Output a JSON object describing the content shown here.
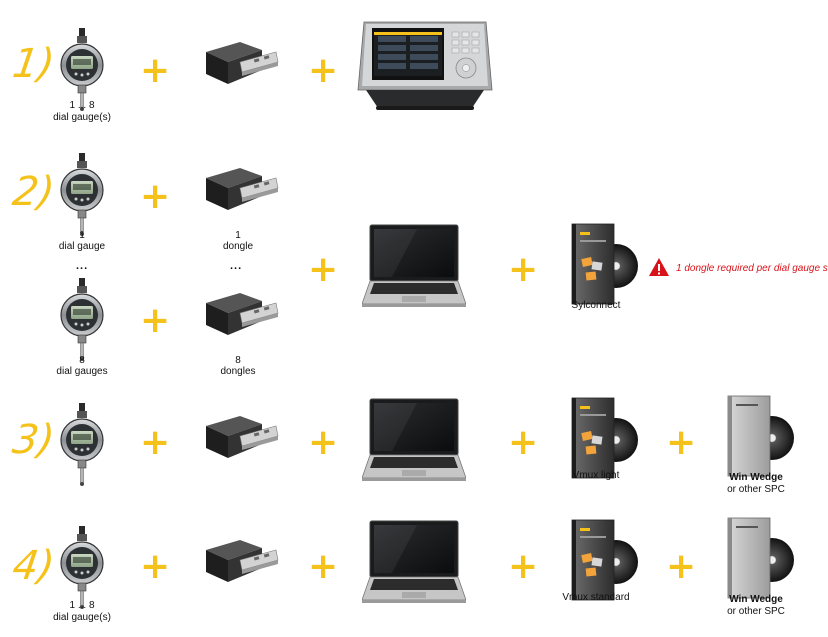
{
  "rows": [
    {
      "number": "1)",
      "gauge_caption": [
        "1 ... 8",
        "dial gauge(s)"
      ]
    },
    {
      "number": "2)",
      "gauge_caption": [
        "1",
        "dial gauge"
      ],
      "dongle_caption": [
        "1",
        "dongle"
      ],
      "gauge_caption_b": [
        "8",
        "dial gauges"
      ],
      "dongle_caption_b": [
        "8",
        "dongles"
      ],
      "ellipsis": "...",
      "software_caption": "Sylconnect",
      "warning": "1 dongle required per dial gauge s"
    },
    {
      "number": "3)",
      "software_caption": "Vmux light",
      "spc_caption": [
        "Win Wedge",
        "or other SPC"
      ]
    },
    {
      "number": "4)",
      "gauge_caption": [
        "1 ... 8",
        "dial gauge(s)"
      ],
      "software_caption": "Vmux standard",
      "spc_caption": [
        "Win Wedge",
        "or other SPC"
      ]
    }
  ],
  "plus_sign": "+",
  "colors": {
    "accent": "#f5c21b",
    "warning": "#d8121a"
  }
}
